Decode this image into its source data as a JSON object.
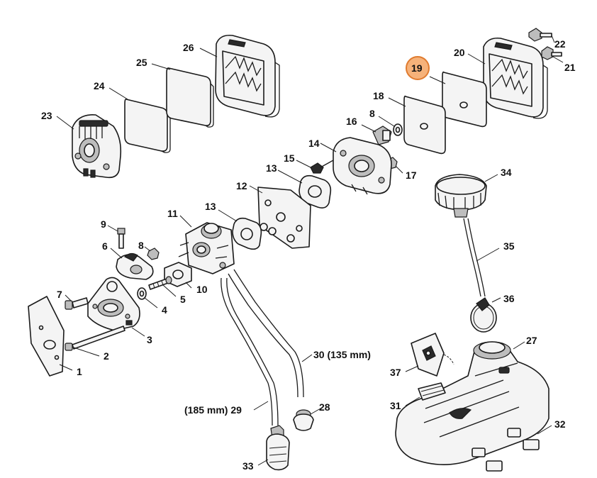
{
  "highlight": {
    "label": "19",
    "color_fill": "#f6b27a",
    "color_stroke": "#e07b2f"
  },
  "labels": {
    "l1": "1",
    "l2": "2",
    "l3": "3",
    "l4": "4",
    "l5": "5",
    "l6": "6",
    "l7": "7",
    "l8a": "8",
    "l8b": "8",
    "l9": "9",
    "l10": "10",
    "l11": "11",
    "l12": "12",
    "l13a": "13",
    "l13b": "13",
    "l14": "14",
    "l15": "15",
    "l16": "16",
    "l17": "17",
    "l18": "18",
    "l20": "20",
    "l21": "21",
    "l22": "22",
    "l23": "23",
    "l24": "24",
    "l25": "25",
    "l26": "26",
    "l27": "27",
    "l28": "28",
    "l29": "(185 mm) 29",
    "l30": "30 (135 mm)",
    "l31": "31",
    "l32": "32",
    "l33": "33",
    "l34": "34",
    "l35": "35",
    "l36": "36",
    "l37": "37"
  }
}
